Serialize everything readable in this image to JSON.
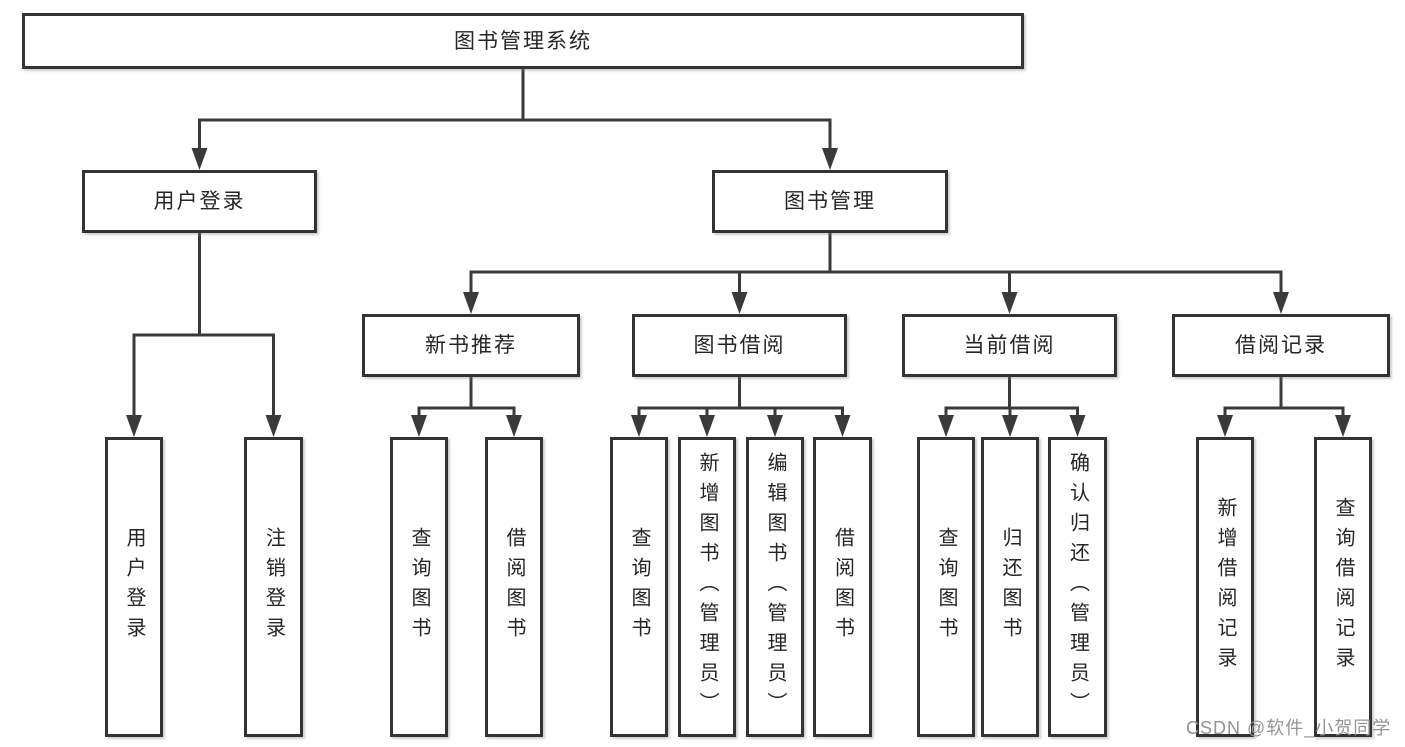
{
  "diagram_title": "图书管理系统",
  "tree": {
    "label": "图书管理系统",
    "children": [
      {
        "label": "用户登录",
        "children": [
          {
            "label": "用户登录"
          },
          {
            "label": "注销登录"
          }
        ]
      },
      {
        "label": "图书管理",
        "children": [
          {
            "label": "新书推荐",
            "children": [
              {
                "label": "查询图书"
              },
              {
                "label": "借阅图书"
              }
            ]
          },
          {
            "label": "图书借阅",
            "children": [
              {
                "label": "查询图书"
              },
              {
                "label": "新增图书（管理员）"
              },
              {
                "label": "编辑图书（管理员）"
              },
              {
                "label": "借阅图书"
              }
            ]
          },
          {
            "label": "当前借阅",
            "children": [
              {
                "label": "查询图书"
              },
              {
                "label": "归还图书"
              },
              {
                "label": "确认归还（管理员）"
              }
            ]
          },
          {
            "label": "借阅记录",
            "children": [
              {
                "label": "新增借阅记录"
              },
              {
                "label": "查询借阅记录"
              }
            ]
          }
        ]
      }
    ]
  },
  "watermark": {
    "text": "CSDN @软件_小贺同学",
    "color": "#949494"
  },
  "colors": {
    "line": "#3a3a3a",
    "box_border": "#333333",
    "box_fill": "#ffffff",
    "text": "#262626",
    "background": "#ffffff"
  }
}
